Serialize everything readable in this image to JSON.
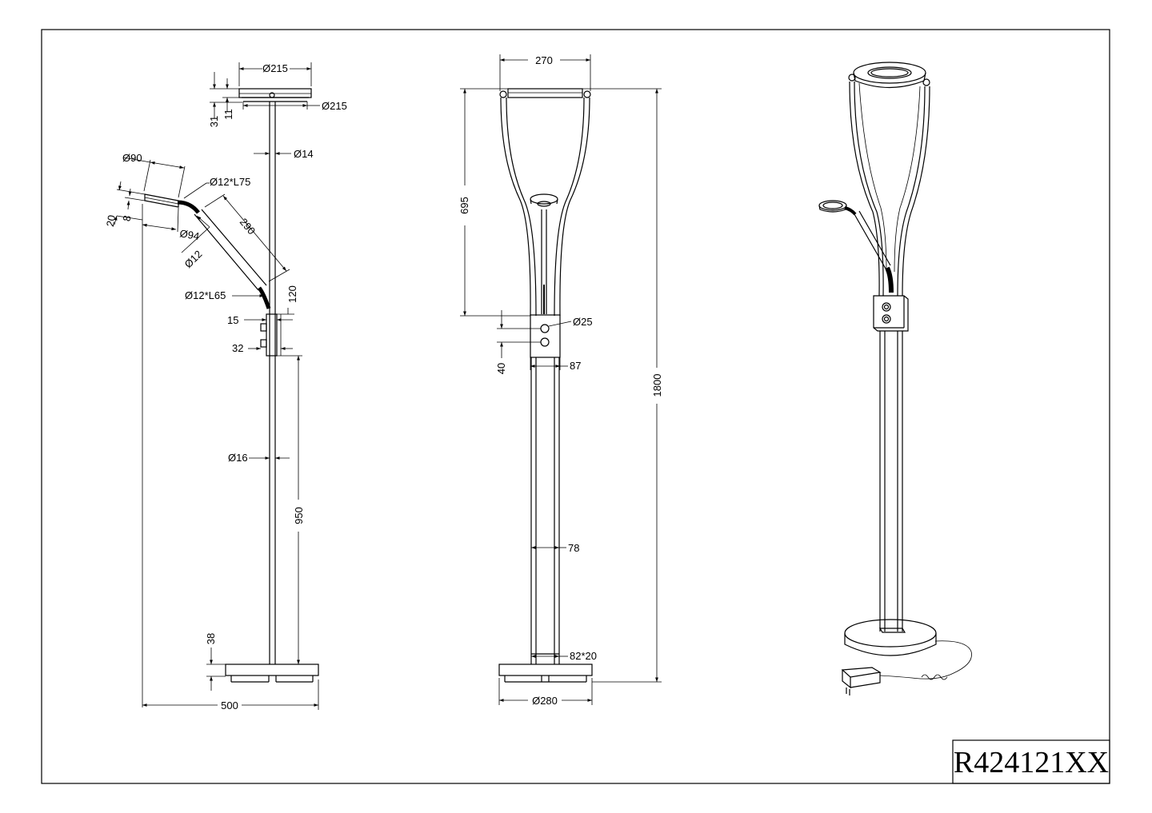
{
  "sheet": {
    "product_code": "R424121XX"
  },
  "side_view": {
    "top_diameter_upper": "Ø215",
    "top_diameter_lower": "Ø215",
    "top_height_total": "31",
    "top_height_plate": "11",
    "stem_upper_diameter": "Ø14",
    "head_diameter": "Ø90",
    "arm_tip_spec": "Ø12*L75",
    "head_height": "20",
    "head_plate": "8",
    "head_outer_diameter": "Ø94",
    "arm_diameter": "Ø12",
    "arm_length": "290",
    "arm_base_spec": "Ø12*L65",
    "arm_base_offset": "120",
    "switch_width": "15",
    "switch_depth": "32",
    "stem_lower_diameter": "Ø16",
    "stem_lower_height": "950",
    "base_height": "38",
    "overall_width": "500"
  },
  "front_view": {
    "top_width": "270",
    "reflector_height": "695",
    "button_diameter": "Ø25",
    "button_pitch": "40",
    "box_width": "87",
    "tube_width": "78",
    "foot_size": "82*20",
    "overall_height": "1800",
    "base_diameter": "Ø280"
  }
}
